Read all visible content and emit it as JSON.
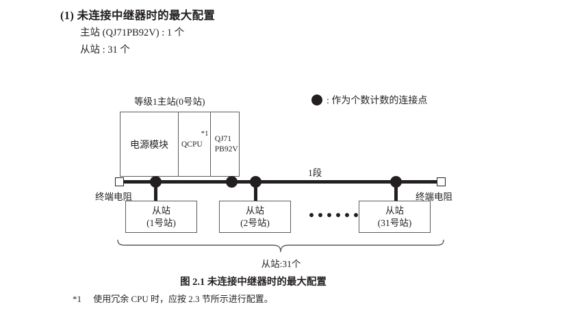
{
  "heading": {
    "title": "(1) 未连接中继器时的最大配置",
    "master_line": "主站 (QJ71PB92V) : 1 个",
    "slave_line": "从站 : 31 个"
  },
  "legend": {
    "marker_icon": "filled-circle-icon",
    "text": ": 作为个数计数的连接点"
  },
  "diagram": {
    "master": {
      "label": "等级1主站(0号站)",
      "power_module": "电源模块",
      "cpu": "QCPU",
      "footnote_mark": "*1",
      "network_line1": "QJ71",
      "network_line2": "PB92V"
    },
    "segment_label": "1段",
    "terminator_left": "终端电阻",
    "terminator_right": "终端电阻",
    "slaves": [
      {
        "title": "从站",
        "station": "(1号站)"
      },
      {
        "title": "从站",
        "station": "(2号站)"
      },
      {
        "title": "从站",
        "station": "(31号站)"
      }
    ],
    "ellipsis_count": 6,
    "brace_label": "从站:31个"
  },
  "caption": "图 2.1  未连接中继器时的最大配置",
  "footnote": {
    "mark": "*1",
    "text": "使用冗余 CPU 时，应按 2.3 节所示进行配置。"
  },
  "colors": {
    "ink": "#231f20",
    "line": "#58595b",
    "background": "#ffffff"
  }
}
